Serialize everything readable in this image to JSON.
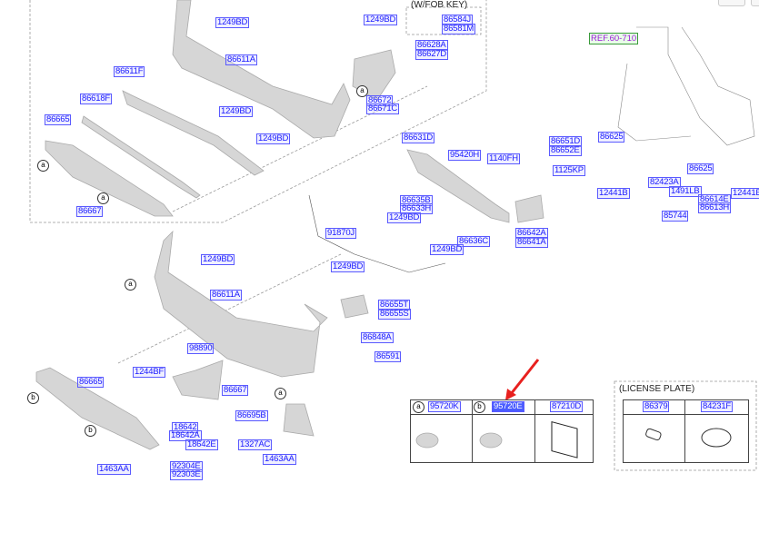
{
  "captions": {
    "fob_key": "(W/FOB KEY)",
    "license_plate": "(LICENSE PLATE)",
    "ref": "REF.60-710"
  },
  "labels": [
    "1249BD",
    "86611A",
    "86611F",
    "86618F",
    "86665",
    "1249BD",
    "1249BD",
    "86667",
    "1249BD",
    "86584J",
    "86581M",
    "86628A",
    "86627D",
    "86672",
    "86671C",
    "86631D",
    "95420H",
    "1140FH",
    "1125KP",
    "86651D",
    "86652E",
    "86625",
    "12441B",
    "86625",
    "82423A",
    "1491LB",
    "86614E",
    "86613H",
    "12441B",
    "85744",
    "86635B",
    "86633H",
    "1249BD",
    "86636C",
    "1249BD",
    "86642A",
    "86641A",
    "91870J",
    "1249BD",
    "1249BD",
    "86611A",
    "86655T",
    "86655S",
    "86848A",
    "86591",
    "98890",
    "1244BF",
    "86665",
    "86667",
    "86695B",
    "18642",
    "18642A",
    "18642E",
    "1327AC",
    "1463AA",
    "1463AA",
    "92304E",
    "92303E"
  ],
  "sensor_table": [
    {
      "marker": "a",
      "part": "95720K"
    },
    {
      "marker": "b",
      "part": "95720E",
      "highlighted": true
    },
    {
      "marker": "",
      "part": "87210D"
    }
  ],
  "license_table": [
    {
      "part": "86379"
    },
    {
      "part": "84231F"
    }
  ],
  "markers": [
    "a",
    "a",
    "a",
    "a",
    "a",
    "b",
    "b"
  ],
  "colors": {
    "label": "#1a1aff",
    "highlight": "#4a5cff",
    "arrow": "#e8201e"
  }
}
